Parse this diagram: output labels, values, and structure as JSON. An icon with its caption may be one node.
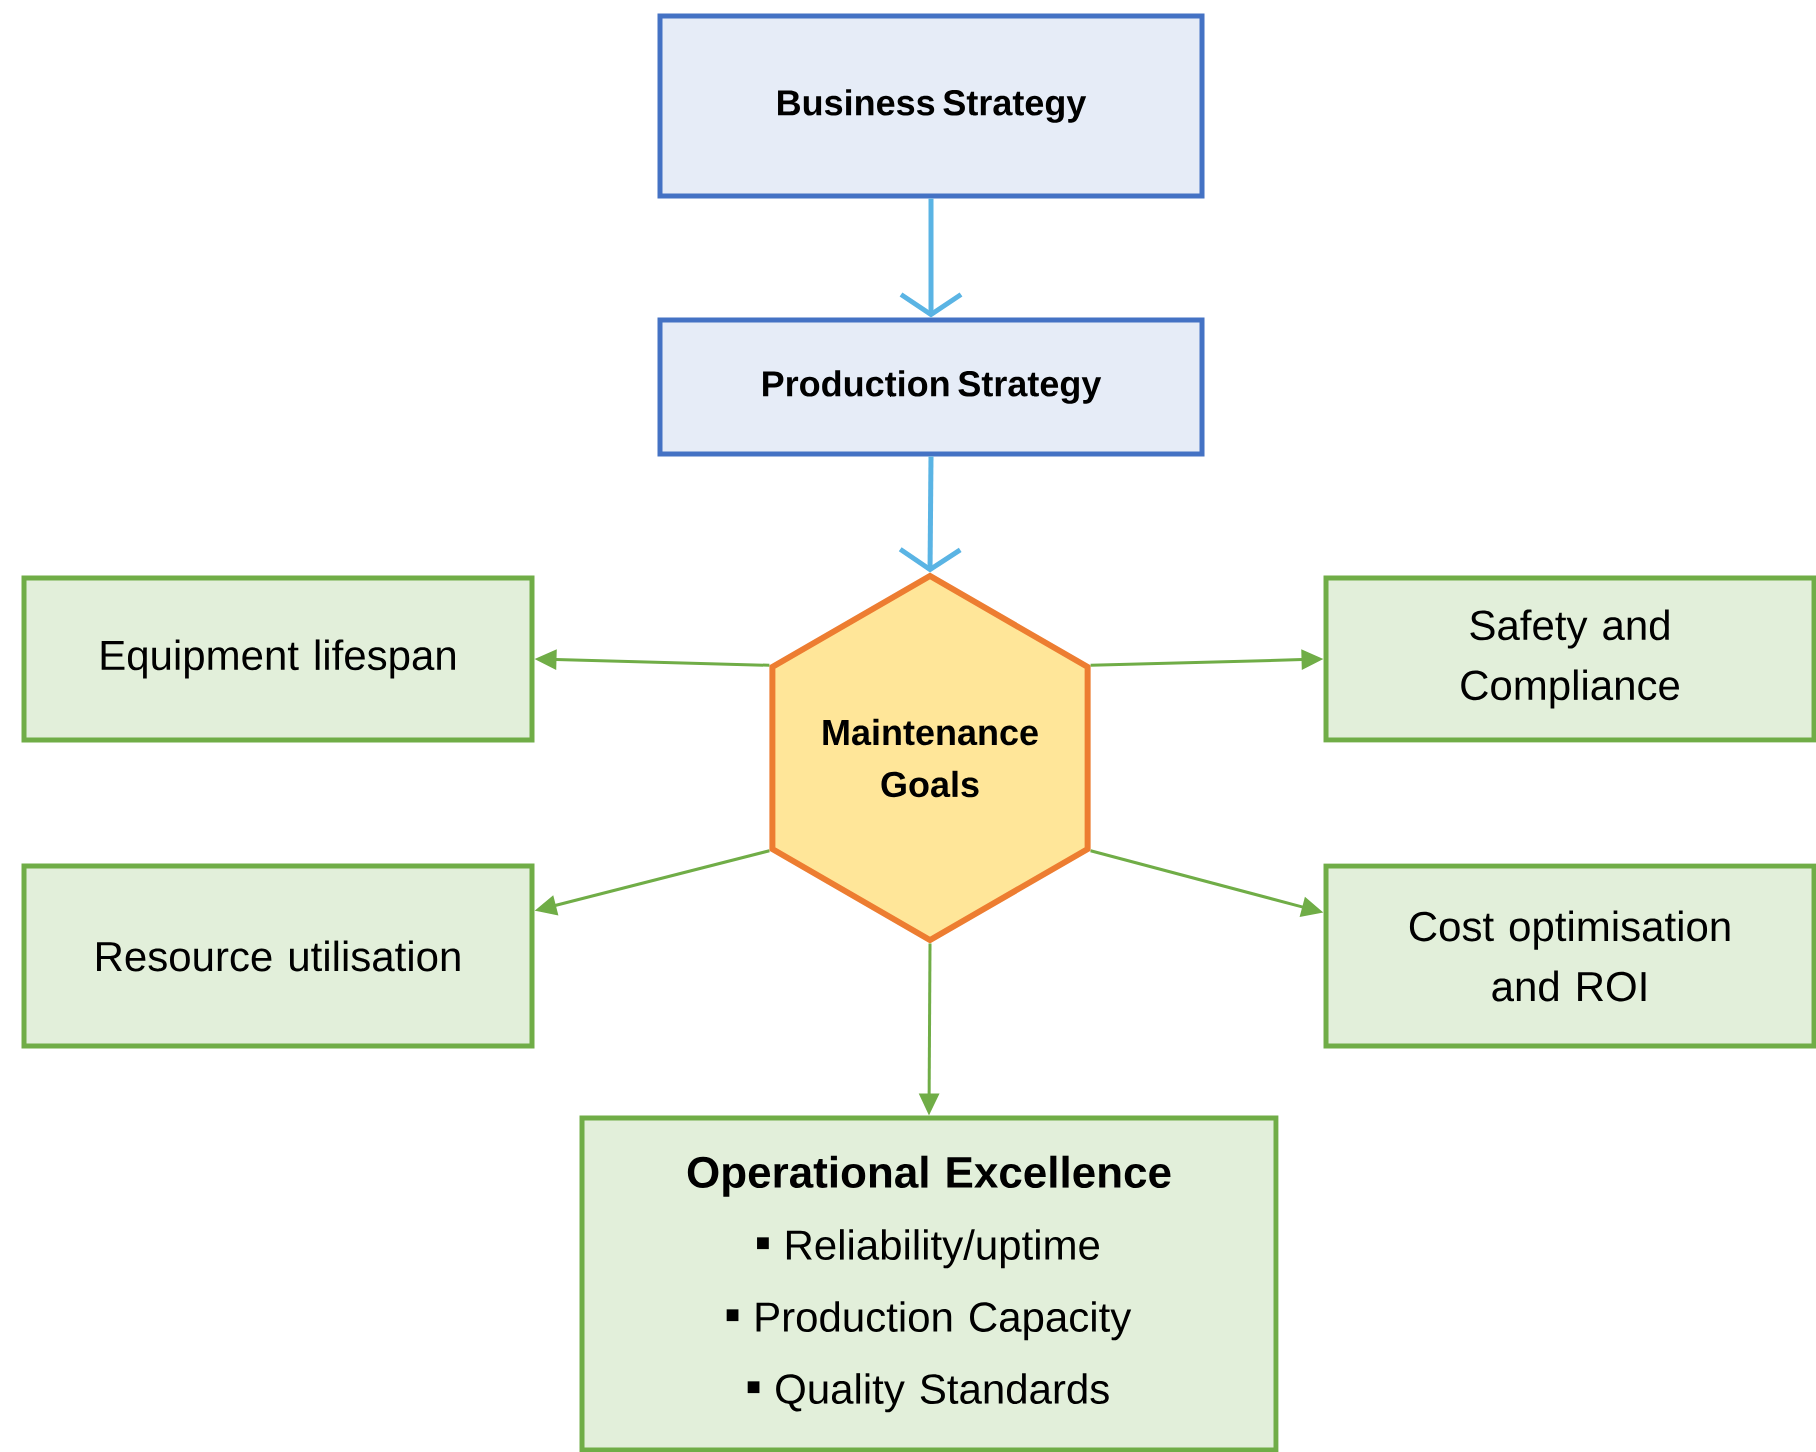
{
  "diagram": {
    "nodes": [
      {
        "text": [
          "Business Strategy"
        ]
      },
      {
        "text": [
          "Production Strategy"
        ]
      },
      {
        "text": [
          "Maintenance Goals"
        ]
      },
      {
        "text": [
          "Equipment lifespan"
        ]
      },
      {
        "text": [
          "Safety and Compliance"
        ]
      },
      {
        "text": [
          "Resource utilisation"
        ]
      },
      {
        "text": [
          "Cost optimisation and ROI"
        ]
      },
      {
        "text": [
          "Operational Excellence",
          "Reliability/uptime",
          "Production Capacity",
          "Quality Standards"
        ]
      }
    ],
    "edges": [
      {
        "from": 0,
        "to": 1,
        "arrow": "to",
        "color": "#5ab4e4"
      },
      {
        "from": 1,
        "to": 2,
        "arrow": "to",
        "color": "#5ab4e4"
      },
      {
        "from": 2,
        "to": 3,
        "arrow": "to"
      },
      {
        "from": 2,
        "to": 4,
        "arrow": "to"
      },
      {
        "from": 2,
        "to": 5,
        "arrow": "to"
      },
      {
        "from": 2,
        "to": 6,
        "arrow": "to"
      },
      {
        "from": 2,
        "to": 7,
        "arrow": "to"
      }
    ]
  }
}
